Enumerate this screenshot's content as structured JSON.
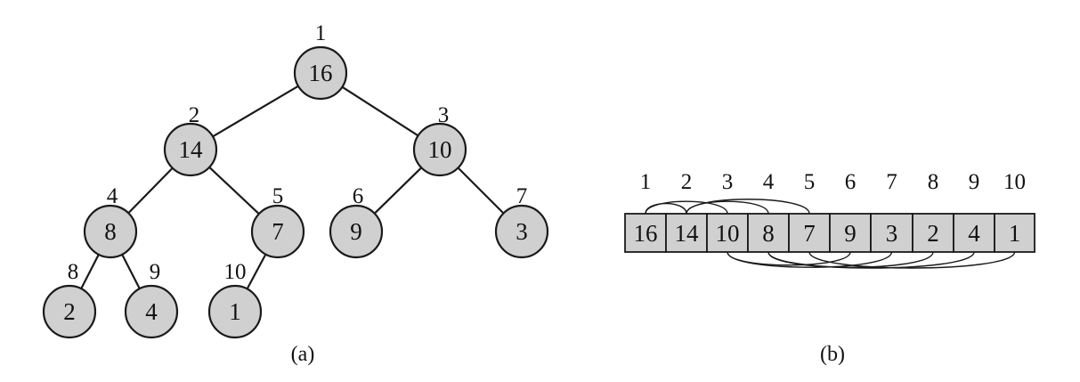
{
  "captions": {
    "tree": "(a)",
    "array": "(b)"
  },
  "colors": {
    "node_fill": "#d0d0d0",
    "stroke": "#1a1a1a",
    "background": "#ffffff"
  },
  "tree": {
    "nodes": [
      {
        "index": "1",
        "value": "16"
      },
      {
        "index": "2",
        "value": "14"
      },
      {
        "index": "3",
        "value": "10"
      },
      {
        "index": "4",
        "value": "8"
      },
      {
        "index": "5",
        "value": "7"
      },
      {
        "index": "6",
        "value": "9"
      },
      {
        "index": "7",
        "value": "3"
      },
      {
        "index": "8",
        "value": "2"
      },
      {
        "index": "9",
        "value": "4"
      },
      {
        "index": "10",
        "value": "1"
      }
    ]
  },
  "array": {
    "cells": [
      {
        "index": "1",
        "value": "16"
      },
      {
        "index": "2",
        "value": "14"
      },
      {
        "index": "3",
        "value": "10"
      },
      {
        "index": "4",
        "value": "8"
      },
      {
        "index": "5",
        "value": "7"
      },
      {
        "index": "6",
        "value": "9"
      },
      {
        "index": "7",
        "value": "3"
      },
      {
        "index": "8",
        "value": "2"
      },
      {
        "index": "9",
        "value": "4"
      },
      {
        "index": "10",
        "value": "1"
      }
    ]
  }
}
